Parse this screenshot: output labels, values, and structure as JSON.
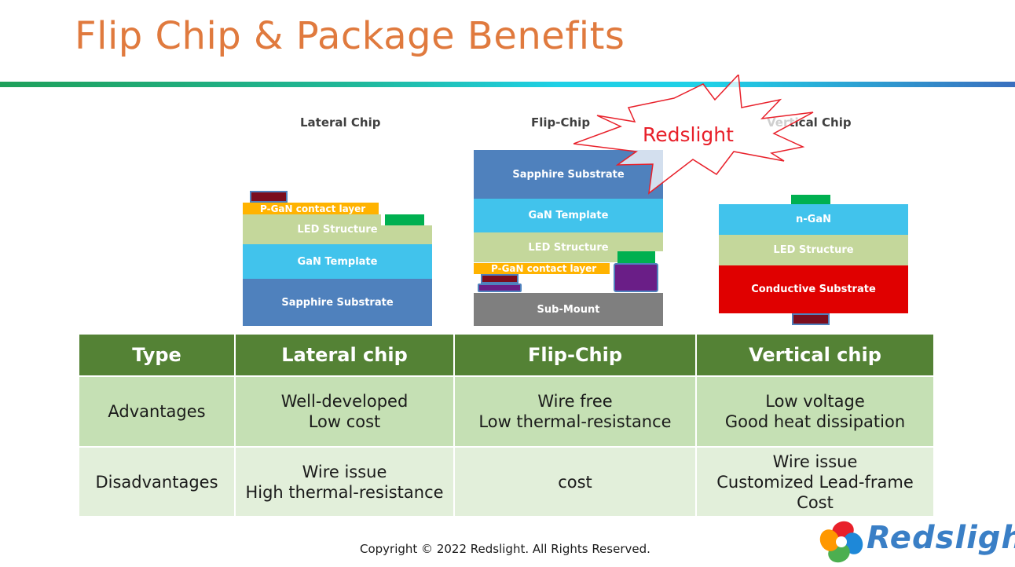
{
  "title": "Flip Chip & Package Benefits",
  "chips": {
    "lateral": {
      "title": "Lateral Chip",
      "layers": {
        "p_gan": "P-GaN contact layer",
        "led": "LED Structure",
        "gan": "GaN Template",
        "sapphire": "Sapphire Substrate"
      }
    },
    "flip": {
      "title": "Flip-Chip",
      "layers": {
        "sapphire": "Sapphire Substrate",
        "gan": "GaN Template",
        "led": "LED Structure",
        "p_gan": "P-GaN contact layer",
        "submount": "Sub-Mount"
      }
    },
    "vertical": {
      "title": "Vertical Chip",
      "layers": {
        "ngan": "n-GaN",
        "led": "LED Structure",
        "substrate": "Conductive Substrate"
      }
    }
  },
  "watermark": "Redslight",
  "colors": {
    "title": "#e07a3e",
    "sapphire": "#4f81bd",
    "gan": "#41c3ec",
    "led": "#c4d79b",
    "p_gan": "#ffb300",
    "pad_green": "#00b050",
    "pad_dark_red": "#7b0d1e",
    "pad_purple": "#6a1e87",
    "submount": "#7f7f7f",
    "conductive": "#e00000",
    "header_green": "#548235",
    "row1": "#c5e0b4",
    "row2": "#e2efda",
    "star_text": "#e8202a"
  },
  "table": {
    "headers": [
      "Type",
      "Lateral chip",
      "Flip-Chip",
      "Vertical chip"
    ],
    "rows": [
      {
        "label": "Advantages",
        "cells": [
          [
            "Well-developed",
            "Low cost"
          ],
          [
            "Wire free",
            "Low thermal-resistance"
          ],
          [
            "Low voltage",
            "Good heat dissipation"
          ]
        ]
      },
      {
        "label": "Disadvantages",
        "cells": [
          [
            "Wire issue",
            "High thermal-resistance"
          ],
          [
            "cost"
          ],
          [
            "Wire issue",
            "Customized Lead-frame",
            "Cost"
          ]
        ]
      }
    ]
  },
  "copyright": "Copyright © 2022 Redslight. All Rights Reserved.",
  "logo": {
    "text": "Redslight",
    "icon": "four-petal-logo-icon"
  }
}
